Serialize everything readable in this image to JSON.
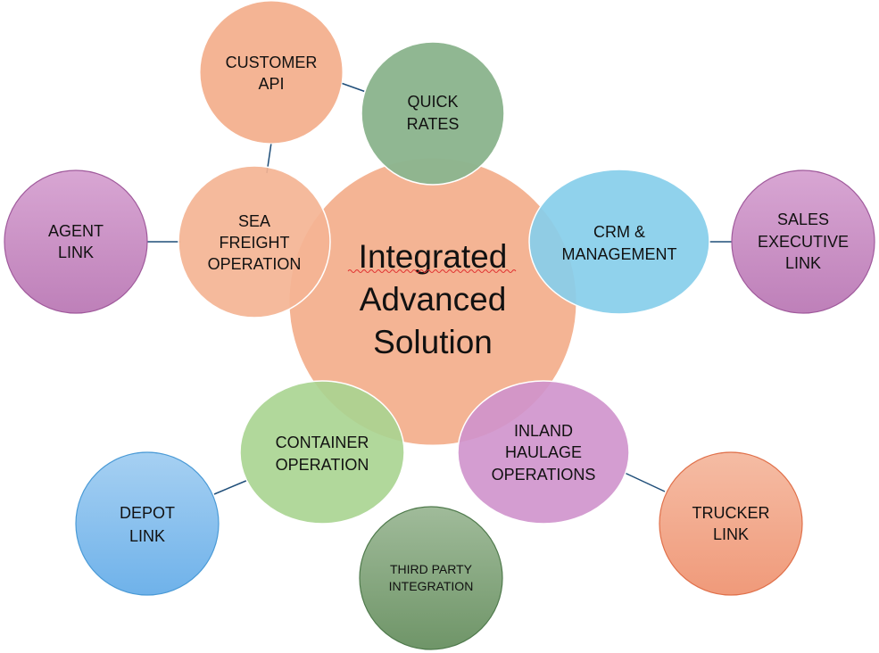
{
  "center": {
    "lines": [
      "Integrated",
      "Advanced",
      "Solution"
    ]
  },
  "nodes": {
    "customer_api": [
      "CUSTOMER",
      "API"
    ],
    "quick_rates": [
      "QUICK",
      "RATES"
    ],
    "agent_link": [
      "AGENT",
      "LINK"
    ],
    "sea_freight": [
      "SEA",
      "FREIGHT",
      "OPERATION"
    ],
    "crm": [
      "CRM &",
      "MANAGEMENT"
    ],
    "sales_exec": [
      "SALES",
      "EXECUTIVE",
      "LINK"
    ],
    "container_op": [
      "CONTAINER",
      "OPERATION"
    ],
    "inland_haulage": [
      "INLAND",
      "HAULAGE",
      "OPERATIONS"
    ],
    "depot_link": [
      "DEPOT",
      "LINK"
    ],
    "trucker_link": [
      "TRUCKER",
      "LINK"
    ],
    "third_party": [
      "THIRD PARTY",
      "INTEGRATION"
    ]
  },
  "colors": {
    "salmon": "#f4b494",
    "salmon_dark": "#e8a07e",
    "green": "#8cb58e",
    "green_edge": "#6f9a72",
    "purple": "#c68cc1",
    "purple_edge": "#a05a9c",
    "blue": "#87ceea",
    "light_green": "#a8d490",
    "pink_purple": "#cf92cc",
    "depot_blue": "#8fc3ee",
    "dark_green": "#7fa579",
    "dark_green_edge": "#4f7a4c",
    "orange": "#f2a58a",
    "orange_edge": "#e0704a"
  }
}
